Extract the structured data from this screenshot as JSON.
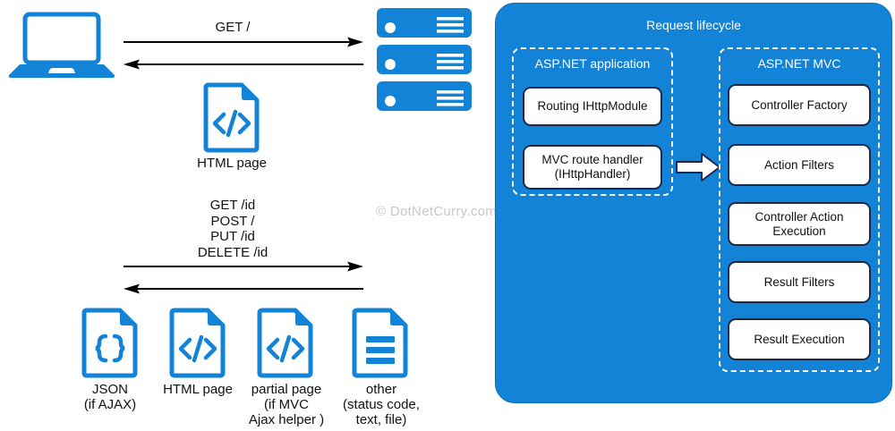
{
  "diagram": {
    "watermark": "© DotNetCurry.com",
    "client": {
      "icon": "laptop-icon",
      "color": "#1283d6"
    },
    "server": {
      "icon": "server-stack-icon",
      "color": "#1283d6",
      "units": 3
    },
    "top_flow": {
      "request_label": "GET /",
      "response_artifact": {
        "icon": "code-file-icon",
        "label": "HTML page"
      }
    },
    "bottom_flow": {
      "request_label": "GET /id\nPOST /\nPUT /id\nDELETE /id",
      "verbs": [
        "GET /id",
        "POST /",
        "PUT /id",
        "DELETE /id"
      ],
      "response_artifacts": [
        {
          "icon": "json-file-icon",
          "label": "JSON\n(if AJAX)"
        },
        {
          "icon": "code-file-icon",
          "label": "HTML page"
        },
        {
          "icon": "code-file-icon",
          "label": "partial page\n(if MVC\nAjax helper )"
        },
        {
          "icon": "text-file-icon",
          "label": "other\n(status code,\ntext, file)"
        }
      ]
    }
  },
  "lifecycle": {
    "title": "Request lifecycle",
    "panel_color": "#1283d6",
    "groups": [
      {
        "title": "ASP.NET application",
        "steps": [
          "Routing IHttpModule",
          "MVC route handler\n(IHttpHandler)"
        ]
      },
      {
        "title": "ASP.NET MVC",
        "steps": [
          "Controller Factory",
          "Action Filters",
          "Controller Action\nExecution",
          "Result Filters",
          "Result Execution"
        ]
      }
    ],
    "transition_arrow": "block-arrow-right-icon"
  }
}
